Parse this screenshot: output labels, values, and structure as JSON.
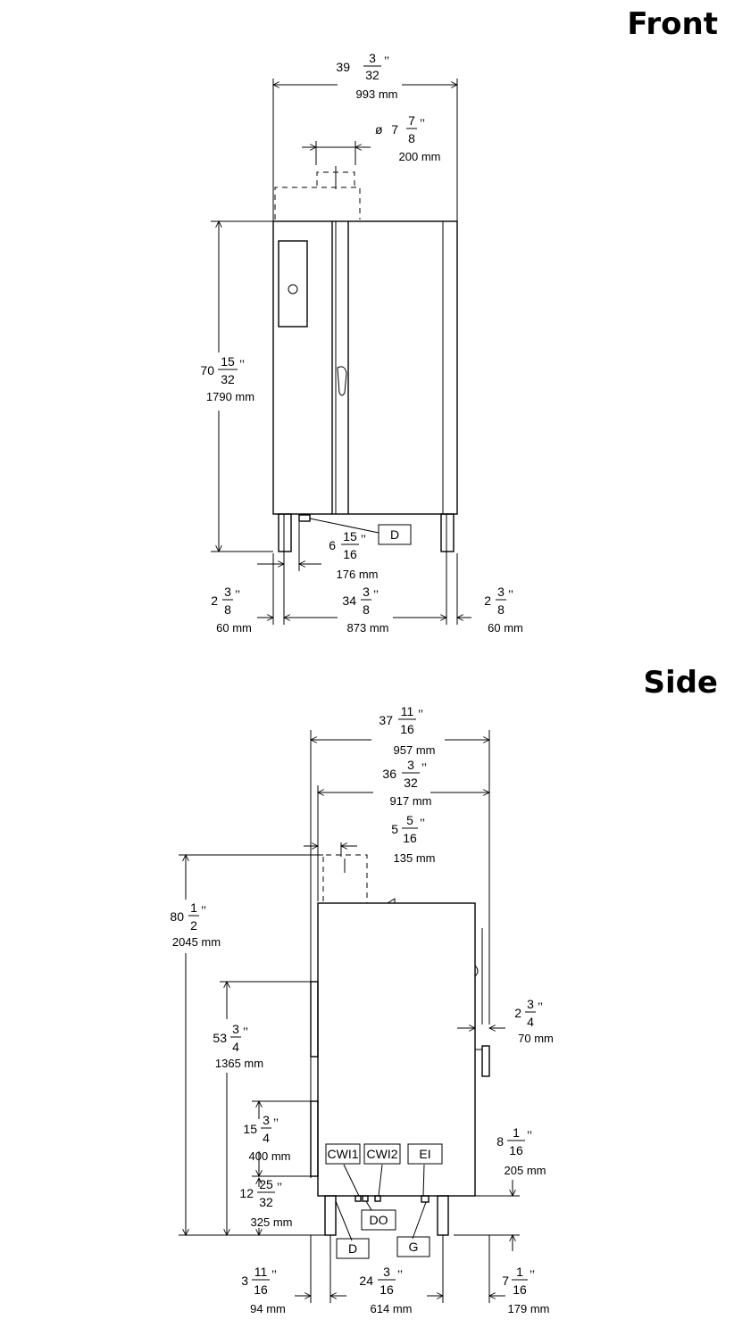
{
  "titles": {
    "front": "Front",
    "side": "Side"
  },
  "front": {
    "width": {
      "whole": "39",
      "num": "3",
      "den": "32",
      "mm": "993 mm"
    },
    "flue": {
      "symbol": "ø",
      "whole": "7",
      "num": "7",
      "den": "8",
      "mm": "200 mm"
    },
    "height": {
      "whole": "70",
      "num": "15",
      "den": "32",
      "mm": "1790 mm"
    },
    "drain_offset": {
      "whole": "6",
      "num": "15",
      "den": "16",
      "mm": "176 mm"
    },
    "left_leg": {
      "whole": "2",
      "num": "3",
      "den": "8",
      "mm": "60 mm"
    },
    "leg_span": {
      "whole": "34",
      "num": "3",
      "den": "8",
      "mm": "873 mm"
    },
    "right_leg": {
      "whole": "2",
      "num": "3",
      "den": "8",
      "mm": "60 mm"
    },
    "callout_d": "D"
  },
  "side": {
    "overall_depth": {
      "whole": "37",
      "num": "11",
      "den": "16",
      "mm": "957 mm"
    },
    "body_depth": {
      "whole": "36",
      "num": "3",
      "den": "32",
      "mm": "917 mm"
    },
    "flue_offset": {
      "whole": "5",
      "num": "5",
      "den": "16",
      "mm": "135 mm"
    },
    "overall_height": {
      "whole": "80",
      "num": "1",
      "den": "2",
      "mm": "2045 mm"
    },
    "panel_height": {
      "whole": "53",
      "num": "3",
      "den": "4",
      "mm": "1365 mm"
    },
    "handle_offset": {
      "whole": "2",
      "num": "3",
      "den": "4",
      "mm": "70 mm"
    },
    "lower_height": {
      "whole": "15",
      "num": "3",
      "den": "4",
      "mm": "400 mm"
    },
    "base_height": {
      "whole": "12",
      "num": "25",
      "den": "32",
      "mm": "325 mm"
    },
    "connection_height": {
      "whole": "8",
      "num": "1",
      "den": "16",
      "mm": "205 mm"
    },
    "front_offset": {
      "whole": "3",
      "num": "11",
      "den": "16",
      "mm": "94 mm"
    },
    "leg_depth": {
      "whole": "24",
      "num": "3",
      "den": "16",
      "mm": "614 mm"
    },
    "rear_offset": {
      "whole": "7",
      "num": "1",
      "den": "16",
      "mm": "179 mm"
    },
    "callouts": {
      "cwi1": "CWI1",
      "cwi2": "CWI2",
      "ei": "EI",
      "do": "DO",
      "d": "D",
      "g": "G"
    }
  }
}
